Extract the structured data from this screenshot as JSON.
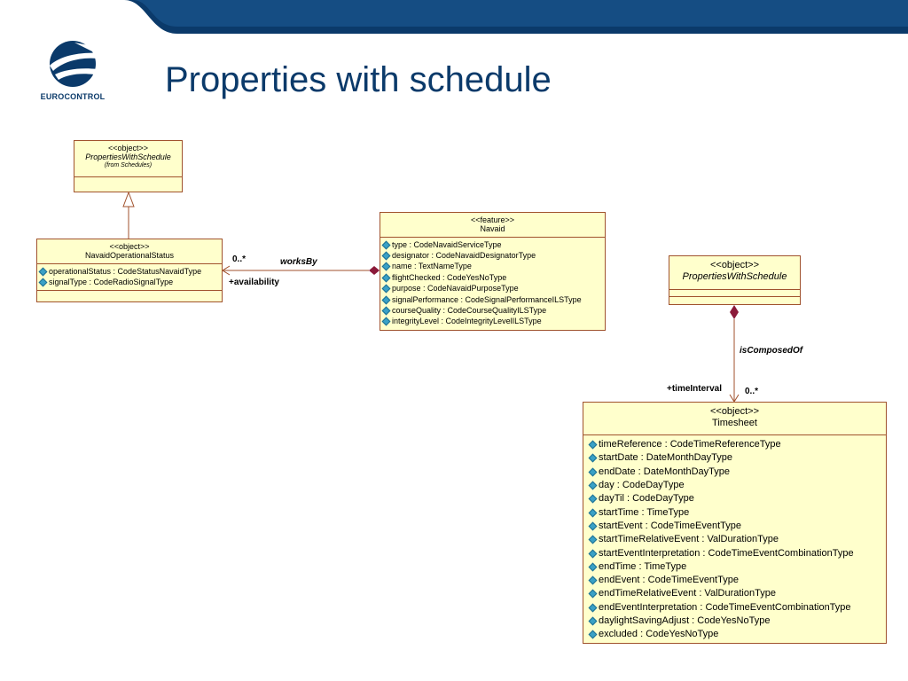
{
  "header": {
    "title": "Properties with schedule",
    "logo_text": "EUROCONTROL",
    "colors": {
      "bar": "#0b3a6a",
      "bar_light": "#2f6fb0",
      "accent": "#0b3a6a"
    }
  },
  "diagram": {
    "boxes": {
      "pws_top": {
        "stereotype": "<<object>>",
        "name": "PropertiesWithSchedule",
        "note": "(from Schedules)"
      },
      "nos": {
        "stereotype": "<<object>>",
        "name": "NavaidOperationalStatus",
        "attributes": [
          "operationalStatus : CodeStatusNavaidType",
          "signalType : CodeRadioSignalType"
        ]
      },
      "navaid": {
        "stereotype": "<<feature>>",
        "name": "Navaid",
        "attributes": [
          "type : CodeNavaidServiceType",
          "designator : CodeNavaidDesignatorType",
          "name : TextNameType",
          "flightChecked : CodeYesNoType",
          "purpose : CodeNavaidPurposeType",
          "signalPerformance : CodeSignalPerformanceILSType",
          "courseQuality : CodeCourseQualityILSType",
          "integrityLevel : CodeIntegrityLevelILSType"
        ]
      },
      "pws_right": {
        "stereotype": "<<object>>",
        "name": "PropertiesWithSchedule"
      },
      "timesheet": {
        "stereotype": "<<object>>",
        "name": "Timesheet",
        "attributes": [
          "timeReference : CodeTimeReferenceType",
          "startDate : DateMonthDayType",
          "endDate : DateMonthDayType",
          "day : CodeDayType",
          "dayTil : CodeDayType",
          "startTime : TimeType",
          "startEvent : CodeTimeEventType",
          "startTimeRelativeEvent : ValDurationType",
          "startEventInterpretation : CodeTimeEventCombinationType",
          "endTime : TimeType",
          "endEvent : CodeTimeEventType",
          "endTimeRelativeEvent : ValDurationType",
          "endEventInterpretation : CodeTimeEventCombinationType",
          "daylightSavingAdjust : CodeYesNoType",
          "excluded : CodeYesNoType"
        ]
      }
    },
    "labels": {
      "works_mult": "0..*",
      "works_by": "worksBy",
      "availability": "+availability",
      "is_composed_of": "isComposedOf",
      "time_interval": "+timeInterval",
      "ts_mult": "0..*"
    },
    "colors": {
      "box_fill": "#ffffcc",
      "box_border": "#a0522d",
      "line": "#a0522d",
      "diamond": "#8b1a3a"
    }
  }
}
